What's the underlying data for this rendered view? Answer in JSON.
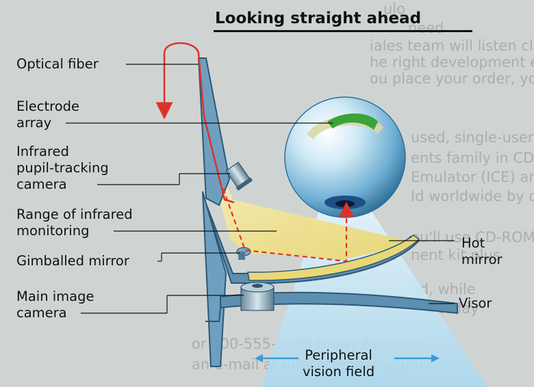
{
  "title": "Looking straight ahead",
  "labels": {
    "optical_fiber": "Optical fiber",
    "electrode_array": "Electrode\narray",
    "pupil_camera": "Infrared\npupil-tracking\ncamera",
    "range_infrared": "Range of infrared\nmonitoring",
    "gimballed_mirror": "Gimballed mirror",
    "main_camera": "Main image\ncamera",
    "hot_mirror": "Hot\nmirror",
    "visor": "Visor",
    "peripheral": "Peripheral\nvision field"
  },
  "colors": {
    "fiber": "#e0302a",
    "visor_body": "#5d8fb0",
    "ir_range": "#efe08a",
    "light_cone": "#bfe3f5",
    "arrow_blue": "#3a9bd8",
    "electrode": "#3aa33a"
  }
}
